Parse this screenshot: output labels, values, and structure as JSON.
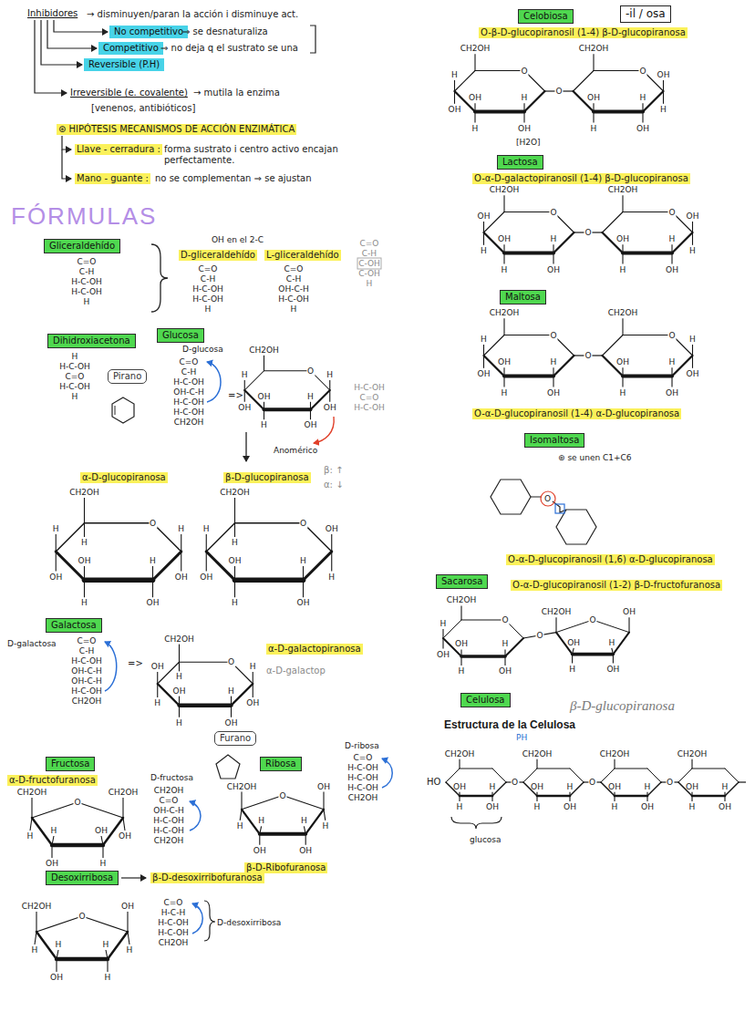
{
  "diagram": {
    "title": "FÓRMULAS",
    "nodes": [
      {
        "text": [
          "Inhibidores"
        ]
      },
      {
        "text": [
          "No competitivo"
        ]
      },
      {
        "text": [
          "Competitivo"
        ]
      },
      {
        "text": [
          "Reversible (P.H)"
        ]
      },
      {
        "text": [
          "Irreversible (e. covalente)"
        ]
      },
      {
        "text": [
          "Gliceraldehído"
        ]
      },
      {
        "text": [
          "Dihidroxiacetona"
        ]
      },
      {
        "text": [
          "Pirano"
        ]
      },
      {
        "text": [
          "Glucosa"
        ]
      },
      {
        "text": [
          "Galactosa"
        ]
      },
      {
        "text": [
          "Furano"
        ]
      },
      {
        "text": [
          "Fructosa"
        ]
      },
      {
        "text": [
          "Ribosa"
        ]
      },
      {
        "text": [
          "Desoxirribosa"
        ]
      },
      {
        "text": [
          "-il / osa"
        ]
      },
      {
        "text": [
          "Celobiosa"
        ]
      },
      {
        "text": [
          "Lactosa"
        ]
      },
      {
        "text": [
          "Maltosa"
        ]
      },
      {
        "text": [
          "Isomaltosa"
        ]
      },
      {
        "text": [
          "Sacarosa"
        ]
      },
      {
        "text": [
          "Celulosa"
        ]
      }
    ],
    "edges": [
      {
        "from": 0,
        "to": 1,
        "arrow": "to"
      },
      {
        "from": 0,
        "to": 2,
        "arrow": "to"
      },
      {
        "from": 0,
        "to": 3,
        "arrow": "to"
      },
      {
        "from": 0,
        "to": 4,
        "arrow": "to"
      }
    ],
    "labels": [
      "→ disminuyen/paran la acción i disminuye act.",
      "⇒ se desnaturaliza",
      "⇒ no deja q el sustrato se una",
      "→ mutila la enzima",
      "[venenos, antibióticos]",
      "⊛ HIPÓTESIS MECANISMOS DE ACCIÓN ENZIMÁTICA",
      "Llave - cerradura :",
      "forma sustrato i centro activo encajan perfectamente.",
      "Mano - guante :",
      "no se complementan ⇒ se ajustan",
      "C=O C-H H-C-OH H-C-OH H",
      "OH en el 2-C",
      "D-gliceraldehído",
      "C=O C-H H-C-OH H-C-OH H",
      "L-gliceraldehído",
      "C=O C-H OH-C-H H-C-OH H",
      "C=O C-H C-OH C-OH H",
      "H H-C-OH C=O H-C-OH H",
      "D-glucosa",
      "C=O C-H H-C-OH OH-C-H H-C-OH H-C-OH CH2OH",
      "=>",
      "CH2OH",
      "H",
      "OH",
      "OH",
      "H",
      "H",
      "OH",
      "H",
      "OH",
      "O",
      "Anomérico",
      "H-C-OH C=O H-C-OH",
      "α-D-glucopiranosa",
      "β-D-glucopiranosa",
      "β: ↑",
      "α: ↓",
      "CH2OH",
      "H",
      "H",
      "OH",
      "OH",
      "H",
      "H",
      "OH",
      "H",
      "OH",
      "O",
      "CH2OH",
      "H",
      "H",
      "OH",
      "OH",
      "H",
      "H",
      "OH",
      "OH",
      "H",
      "O",
      "D-galactosa",
      "C=O C-H H-C-OH OH-C-H OH-C-H H-C-OH CH2OH",
      "=>",
      "CH2OH",
      "H",
      "OH",
      "H",
      "OH",
      "H",
      "H",
      "OH",
      "H",
      "OH",
      "O",
      "α-D-galactopiranosa",
      "α-D-galactop",
      "α-D-fructofuranosa",
      "CH2OH",
      "H",
      "H",
      "OH",
      "OH",
      "H",
      "CH2OH",
      "OH",
      "O",
      "D-fructosa",
      "CH2OH C=O OH-C-H H-C-OH H-C-OH CH2OH",
      "CH2OH",
      "H",
      "H",
      "OH",
      "H",
      "OH",
      "OH",
      "H",
      "O",
      "β-D-Ribofuranosa",
      "D-ribosa",
      "C=O H-C-OH H-C-OH H-C-OH CH2OH",
      "β-D-desoxirribofuranosa",
      "CH2OH",
      "H",
      "H",
      "OH",
      "H",
      "H",
      "OH",
      "H",
      "O",
      "C=O H-C-H H-C-OH H-C-OH CH2OH",
      "D-desoxirribosa",
      "O-β-D-glucopiranosil (1-4) β-D-glucopiranosa",
      "CH2OH",
      "H",
      "OH",
      "OH",
      "H",
      "H",
      "OH",
      "O",
      "O",
      "CH2OH",
      "OH",
      "H",
      "H",
      "OH",
      "OH",
      "H",
      "O",
      "[H2O]",
      "O-α-D-galactopiranosil (1-4) β-D-glucopiranosa",
      "CH2OH",
      "OH",
      "H",
      "OH",
      "H",
      "H",
      "OH",
      "O",
      "O",
      "CH2OH",
      "OH",
      "H",
      "H",
      "OH",
      "OH",
      "H",
      "O",
      "CH2OH",
      "H",
      "OH",
      "OH",
      "H",
      "H",
      "OH",
      "O",
      "O",
      "CH2OH",
      "OH",
      "H",
      "H",
      "OH",
      "H",
      "OH",
      "O",
      "O-α-D-glucopiranosil (1-4) α-D-glucopiranosa",
      "⊛ se unen C1+C6",
      "O",
      "O-α-D-glucopiranosil (1,6) α-D-glucopiranosa",
      "O-α-D-glucopiranosil (1-2) β-D-fructofuranosa",
      "CH2OH",
      "H",
      "OH",
      "OH",
      "H",
      "H",
      "OH",
      "O",
      "O",
      "CH2OH",
      "OH",
      "H",
      "H",
      "OH",
      "OH",
      "O",
      "β-D-glucopiranosa",
      "Estructura de la Celulosa",
      "PH",
      "HO",
      "CH2OH",
      "OH",
      "H",
      "H",
      "OH",
      "CH2OH",
      "OH",
      "H",
      "H",
      "OH",
      "CH2OH",
      "OH",
      "H",
      "H",
      "OH",
      "CH2OH",
      "OH",
      "H",
      "H",
      "OH",
      "O",
      "O",
      "O",
      "glucosa"
    ]
  }
}
